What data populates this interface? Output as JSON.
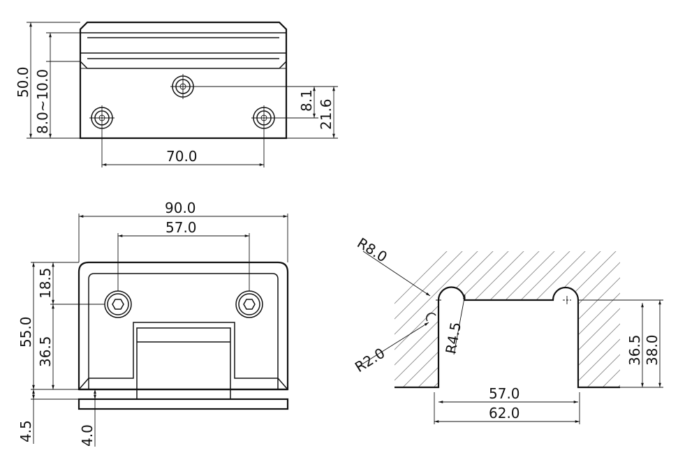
{
  "top_view": {
    "dim_height": "50.0",
    "dim_glass": "8.0~10.0",
    "dim_offset": "8.1",
    "dim_holes_height": "21.6",
    "dim_hole_spacing": "70.0"
  },
  "front_view": {
    "dim_width": "90.0",
    "dim_hole_spacing": "57.0",
    "dim_top": "18.5",
    "dim_height": "55.0",
    "dim_lower": "36.5",
    "dim_plate": "4.5",
    "dim_gap": "4.0"
  },
  "cutout_view": {
    "dim_r8": "R8.0",
    "dim_r2": "R2.0",
    "dim_r45": "R4.5",
    "dim_inner_width": "57.0",
    "dim_outer_width": "62.0",
    "dim_depth_inner": "36.5",
    "dim_depth_outer": "38.0"
  }
}
